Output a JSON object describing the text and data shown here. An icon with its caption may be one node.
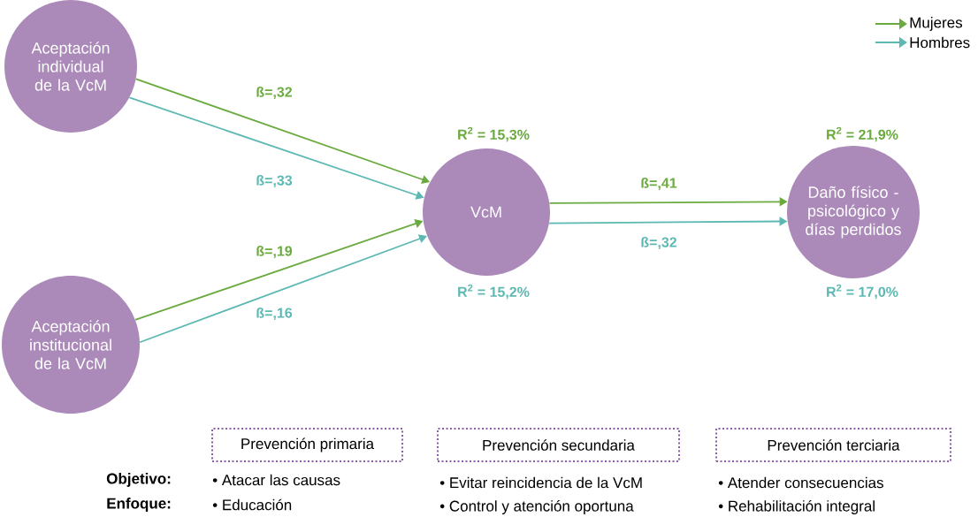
{
  "diagram": {
    "nodes": [
      {
        "text": [
          "Aceptación individual de la VcM"
        ]
      },
      {
        "text": [
          "Aceptación institucional de la VcM"
        ]
      },
      {
        "text": [
          "VcM"
        ],
        "beside": [
          "R$^{2}$ = 15,3%",
          "R$^{2}$ = 15,2%"
        ]
      },
      {
        "text": [
          "Daño físico - psicológico y días perdidos"
        ],
        "beside": [
          "R$^{2}$ = 21,9%",
          "R$^{2}$ = 17,0%"
        ]
      },
      {
        "text": [
          "Prevención primaria"
        ]
      },
      {
        "text": [
          "Prevención secundaria"
        ]
      },
      {
        "text": [
          "Prevención terciaria"
        ]
      }
    ],
    "edges": [
      {
        "from": 0,
        "to": 2,
        "arrow": "to",
        "label": "ß=,32",
        "color": "#6aaa3e"
      },
      {
        "from": 0,
        "to": 2,
        "arrow": "to",
        "label": "ß=,33",
        "color": "#5cb8b2"
      },
      {
        "from": 1,
        "to": 2,
        "arrow": "to",
        "label": "ß=,19",
        "color": "#6aaa3e"
      },
      {
        "from": 1,
        "to": 2,
        "arrow": "to",
        "label": "ß=,16",
        "color": "#5cb8b2"
      },
      {
        "from": 2,
        "to": 3,
        "arrow": "to",
        "label": "ß=,41",
        "color": "#6aaa3e"
      },
      {
        "from": 2,
        "to": 3,
        "arrow": "to",
        "label": "ß=,32",
        "color": "#5cb8b2"
      }
    ],
    "labels": [
      "Objetivo:",
      "• Atacar las causas",
      "• Evitar reincidencia de la VcM",
      "• Atender consecuencias",
      "Enfoque:",
      "• Educación",
      "• Control y atención oportuna",
      "• Rehabilitación integral"
    ],
    "legend": [
      {
        "text": "Mujeres"
      },
      {
        "text": "Hombres"
      }
    ]
  }
}
